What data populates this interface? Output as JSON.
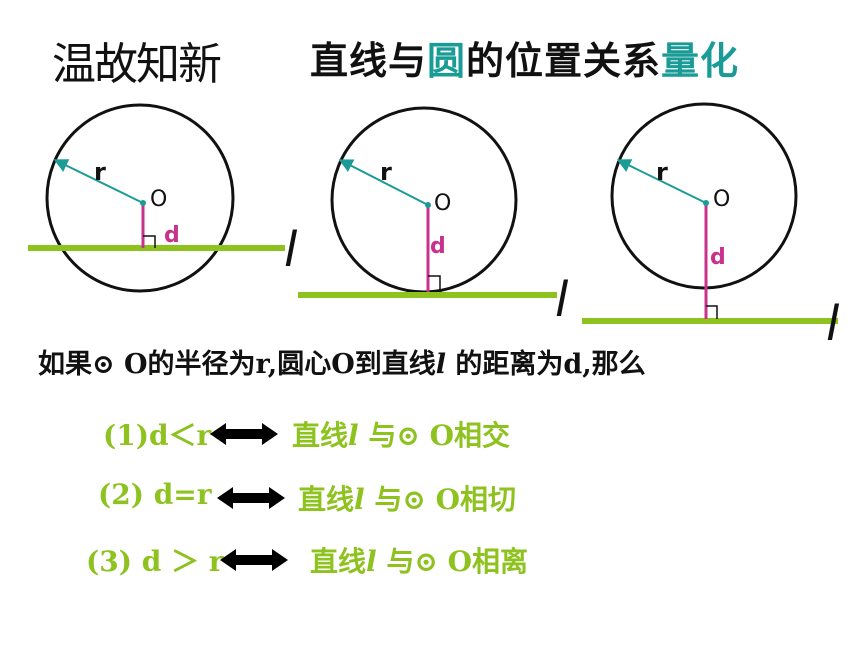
{
  "header": {
    "review_label": "温故知新",
    "title_part1": "直线与",
    "title_part2": "圆",
    "title_part3": "的位置关系",
    "title_part4": "量化"
  },
  "figures": [
    {
      "radius_label": "r",
      "center_label": "O",
      "distance_label": "d",
      "line_label": "l"
    },
    {
      "radius_label": "r",
      "center_label": "O",
      "distance_label": "d",
      "line_label": "l"
    },
    {
      "radius_label": "r",
      "center_label": "O",
      "distance_label": "d",
      "line_label": "l"
    }
  ],
  "statement": {
    "part1": "如果⊙ O的半径为r,圆心O到直线",
    "var_l": "l",
    "part2": " 的距离为d,那么"
  },
  "relations": [
    {
      "condition": "(1)d＜r",
      "text_a": "直线",
      "var": "l",
      "text_b": " 与⊙ O相交"
    },
    {
      "condition": "(2) d=r",
      "text_a": "直线",
      "var": "l",
      "text_b": " 与⊙ O相切"
    },
    {
      "condition": "(3) d ＞ r",
      "text_a": "直线",
      "var": "l",
      "text_b": " 与⊙ O相离"
    }
  ],
  "colors": {
    "accent_teal": "#1a9b96",
    "line_green": "#8dc21f",
    "distance_magenta": "#c8318c"
  }
}
